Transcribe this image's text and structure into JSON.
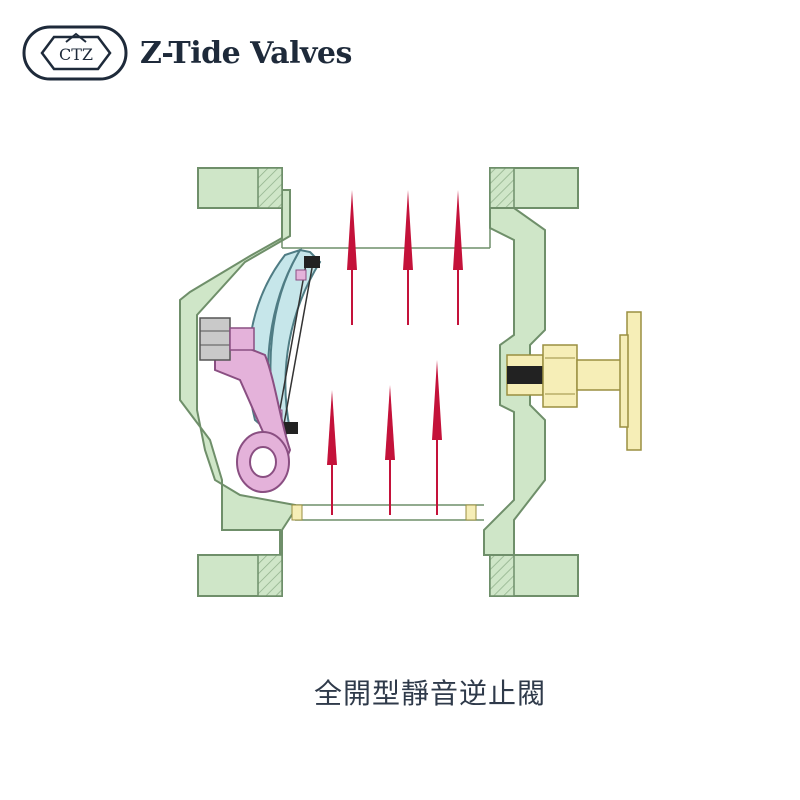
{
  "header": {
    "logo_letters": "CTZ",
    "brand_name": "Z-Tide Valves"
  },
  "diagram": {
    "subject": "full-opening silent check valve cross-section",
    "colors": {
      "body": "#cfe6c8",
      "body_outline": "#6f8f6a",
      "flow_arrows": "#c4123a",
      "disc": "#c6e6ea",
      "arm": "#e4b2da",
      "bonnet_fitting": "#f6eeb7",
      "bolt": "#c9c9c9"
    },
    "flow_direction": "upward"
  },
  "caption": {
    "text": "全開型靜音逆止閥"
  }
}
